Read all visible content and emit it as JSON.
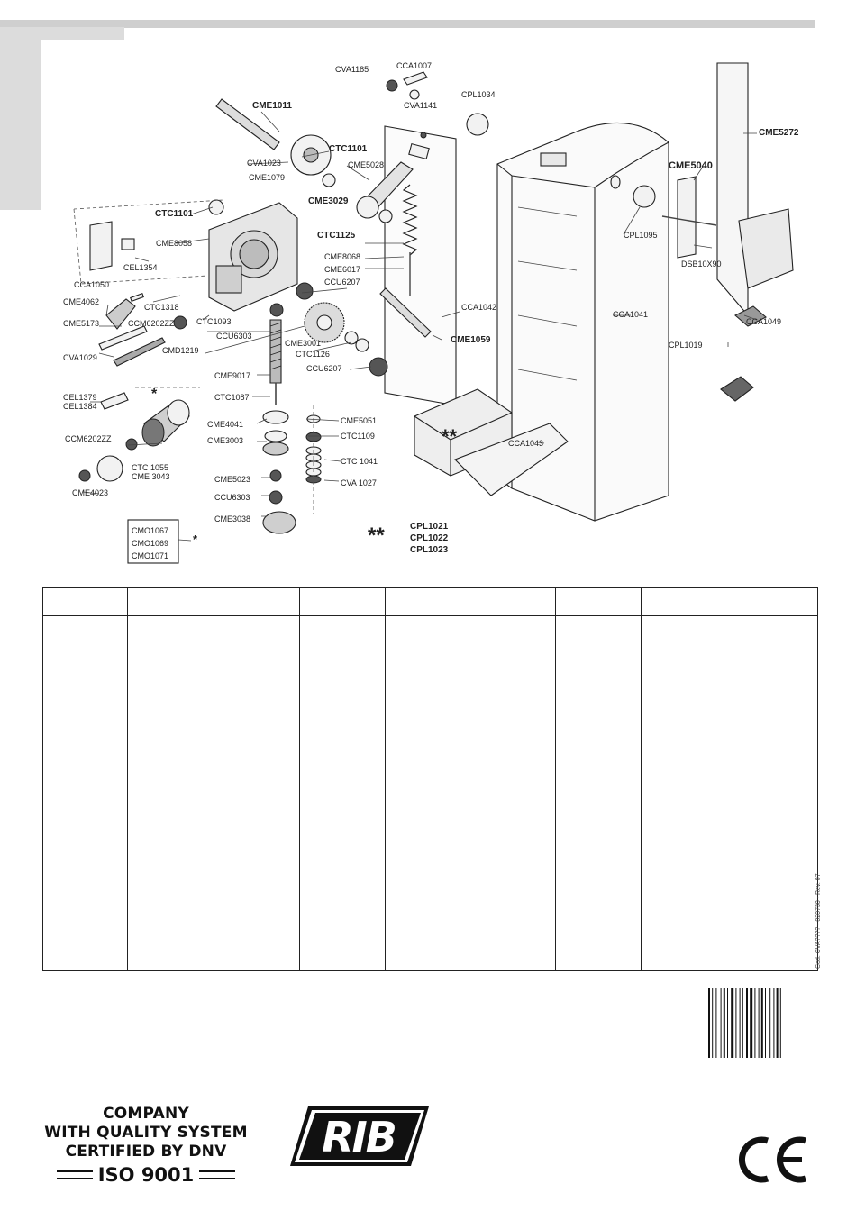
{
  "diagram": {
    "labels": {
      "cva1185": "CVA1185",
      "cca1007": "CCA1007",
      "cva1141": "CVA1141",
      "cpl1034": "CPL1034",
      "cme1011": "CME1011",
      "ctc1101a": "CTC1101",
      "cva1023": "CVA1023",
      "cme1079": "CME1079",
      "cme5028": "CME5028",
      "cme3029": "CME3029",
      "ctc1101b": "CTC1101",
      "cme8058": "CME8058",
      "cel1354": "CEL1354",
      "cca1050": "CCA1050",
      "ctc1125": "CTC1125",
      "cme8068": "CME8068",
      "cme6017": "CME6017",
      "ccu6207a": "CCU6207",
      "cme4062": "CME4062",
      "ctc1318": "CTC1318",
      "cme5173": "CME5173",
      "ccm6202zz": "CCM6202ZZ",
      "ctc1093": "CTC1093",
      "ccu6303a": "CCU6303",
      "cva1029": "CVA1029",
      "cmd1219": "CMD1219",
      "cme3001": "CME3001",
      "ctc1126": "CTC1126",
      "ccu6207b": "CCU6207",
      "cca1042": "CCA1042",
      "cme1059": "CME1059",
      "cme9017": "CME9017",
      "ctc1087": "CTC1087",
      "cel1379": "CEL1379",
      "cel1384": "CEL1384",
      "cme4041": "CME4041",
      "cme3003": "CME3003",
      "cme5051": "CME5051",
      "ctc1109": "CTC1109",
      "ccm6202zz2": "CCM6202ZZ",
      "ctc1055": "CTC 1055",
      "cme3043": "CME 3043",
      "ctc1041": "CTC 1041",
      "cme4023": "CME4023",
      "cme5023": "CME5023",
      "cva1027": "CVA 1027",
      "ccu6303b": "CCU6303",
      "cme3038": "CME3038",
      "cmo1067": "CMO1067",
      "cmo1069": "CMO1069",
      "cmo1071": "CMO1071",
      "cme5272": "CME5272",
      "cme5040": "CME5040",
      "cpl1095": "CPL1095",
      "dsb10x90": "DSB10X90",
      "cca1041": "CCA1041",
      "cca1049": "CCA1049",
      "cpl1019": "CPL1019",
      "cca1043": "CCA1043",
      "cpl1021": "CPL1021",
      "cpl1022": "CPL1022",
      "cpl1023": "CPL1023",
      "double_star": "**",
      "single_star": "*"
    }
  },
  "table": {
    "headers": [
      "",
      "",
      "",
      "",
      "",
      ""
    ]
  },
  "doc_code": "Cod. CVA???? - 020730 - Rev. 07",
  "certification": {
    "line1": "COMPANY",
    "line2": "WITH QUALITY SYSTEM",
    "line3": "CERTIFIED BY DNV",
    "iso": "ISO 9001"
  },
  "brand": "RIB",
  "ce_mark": "CE"
}
